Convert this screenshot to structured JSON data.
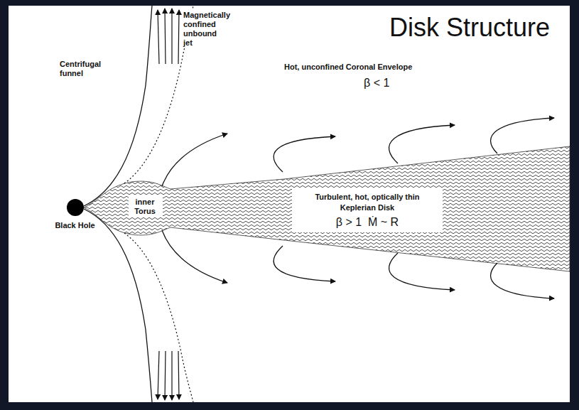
{
  "diagram": {
    "title": "Disk Structure",
    "nodes": [
      {
        "text": [
          "Black Hole"
        ]
      },
      {
        "text": [
          "Turbulent, hot, optically thin Keplerian Disk",
          "β > 1  Ṁ ~ R"
        ]
      },
      {
        "text": [
          "inner Torus"
        ]
      }
    ],
    "labels": [
      "Magnetically confined unbound jet",
      "Centrifugal funnel",
      "Hot, unconfined Coronal Envelope",
      "β < 1"
    ]
  }
}
